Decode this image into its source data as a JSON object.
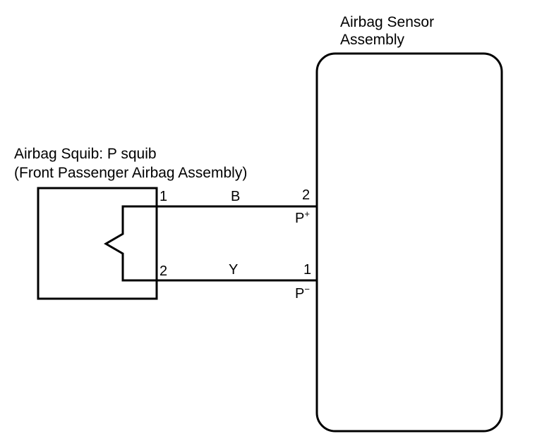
{
  "sensor": {
    "title_line1": "Airbag Sensor",
    "title_line2": "Assembly"
  },
  "squib": {
    "title_line1": "Airbag Squib:   P squib",
    "title_line2": "(Front Passenger Airbag Assembly)"
  },
  "wires": [
    {
      "color_code": "B",
      "squib_pin": "1",
      "sensor_pin": "2",
      "terminal_base": "P",
      "terminal_sign": "+"
    },
    {
      "color_code": "Y",
      "squib_pin": "2",
      "sensor_pin": "1",
      "terminal_base": "P",
      "terminal_sign": "−"
    }
  ]
}
